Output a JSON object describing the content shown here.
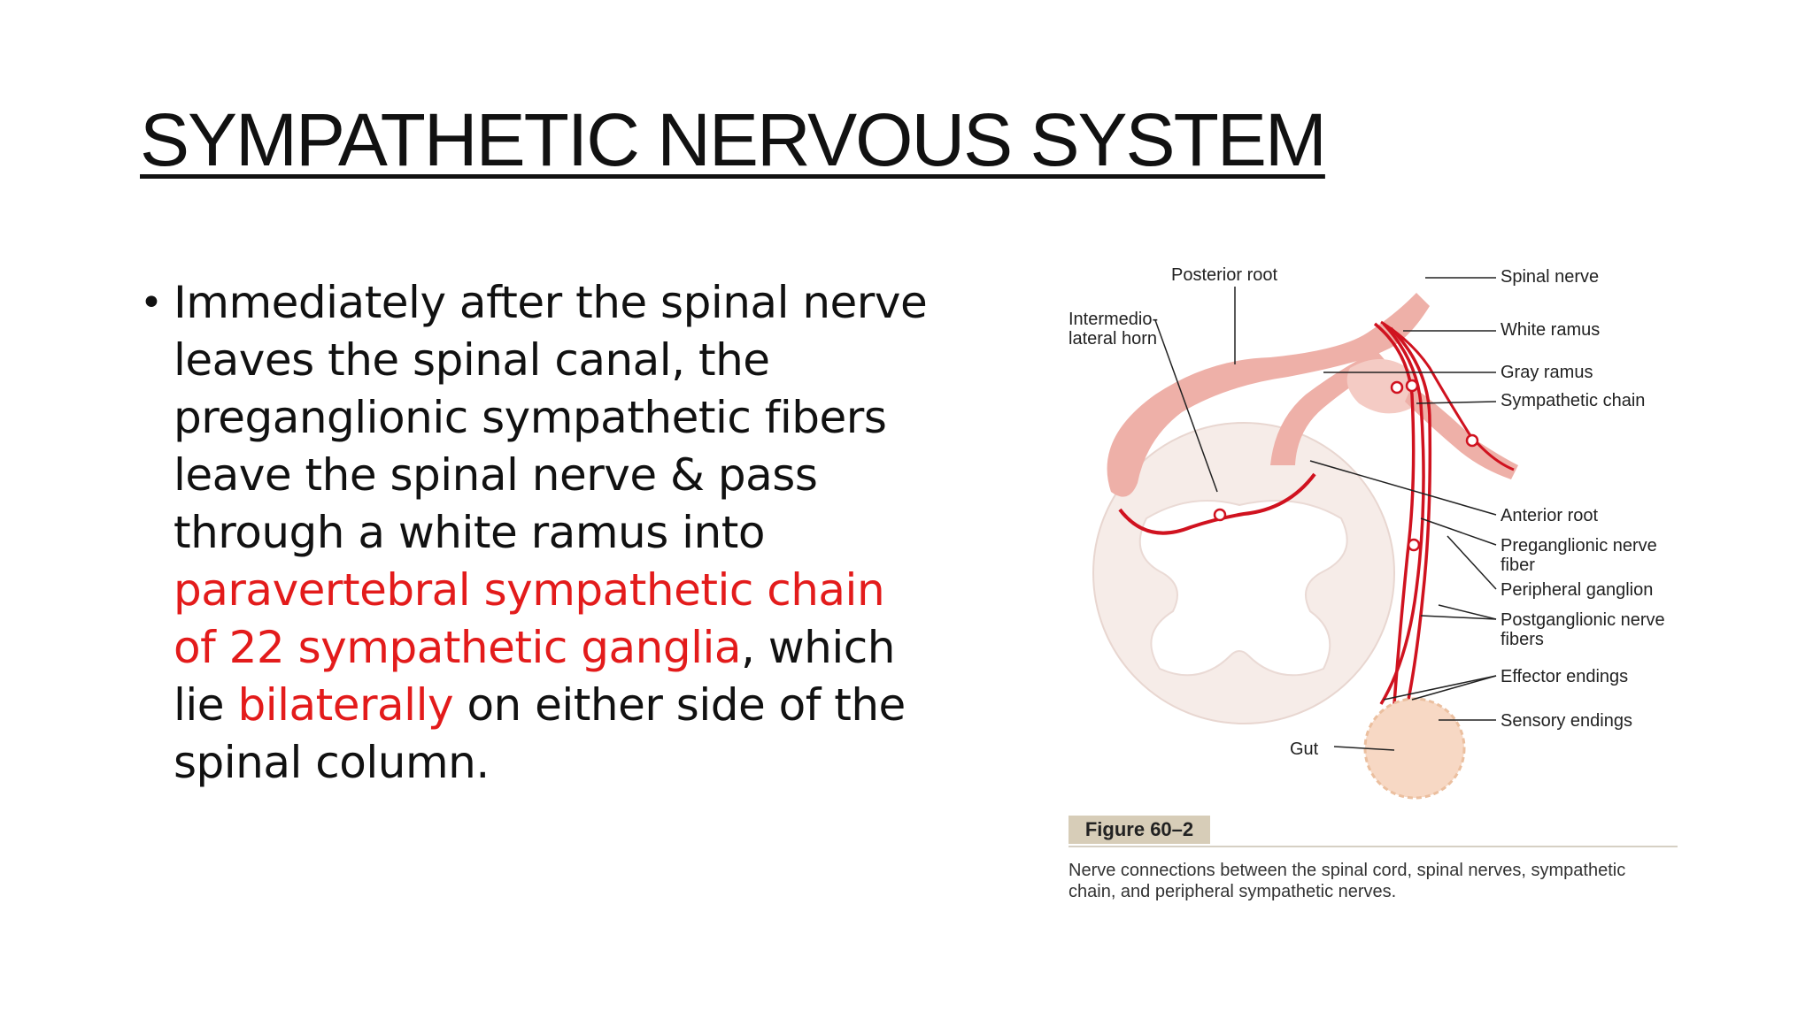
{
  "slide": {
    "title": "SYMPATHETIC NERVOUS SYSTEM",
    "bullet": {
      "symbol": "•",
      "text_1": "Immediately after the spinal nerve leaves the spinal canal, the preganglionic sympathetic fibers leave the spinal nerve & pass through a white ramus into ",
      "highlight_1": "paravertebral sympathetic chain of 22 sympathetic ganglia",
      "text_2": ", which lie ",
      "highlight_2": "bilaterally",
      "text_3": " on either side of the spinal column."
    }
  },
  "figure": {
    "labels": {
      "posterior_root": "Posterior root",
      "intermedio_1": "Intermedio-",
      "intermedio_2": "lateral horn",
      "spinal_nerve": "Spinal nerve",
      "white_ramus": "White ramus",
      "gray_ramus": "Gray ramus",
      "sympathetic_chain": "Sympathetic chain",
      "anterior_root": "Anterior root",
      "preganglionic_1": "Preganglionic nerve",
      "preganglionic_2": "fiber",
      "peripheral_ganglion": "Peripheral ganglion",
      "postganglionic_1": "Postganglionic nerve",
      "postganglionic_2": "fibers",
      "effector_endings": "Effector endings",
      "sensory_endings": "Sensory endings",
      "gut": "Gut"
    },
    "figure_number": "Figure 60–2",
    "caption": "Nerve connections between the spinal cord, spinal nerves, sympathetic chain, and peripheral sympathetic nerves.",
    "colors": {
      "nerve_red": "#d0121f",
      "tissue_pink": "#eeb0a8",
      "cord_fill": "#f6ece8",
      "gut_fill": "#f7d8c4"
    }
  }
}
